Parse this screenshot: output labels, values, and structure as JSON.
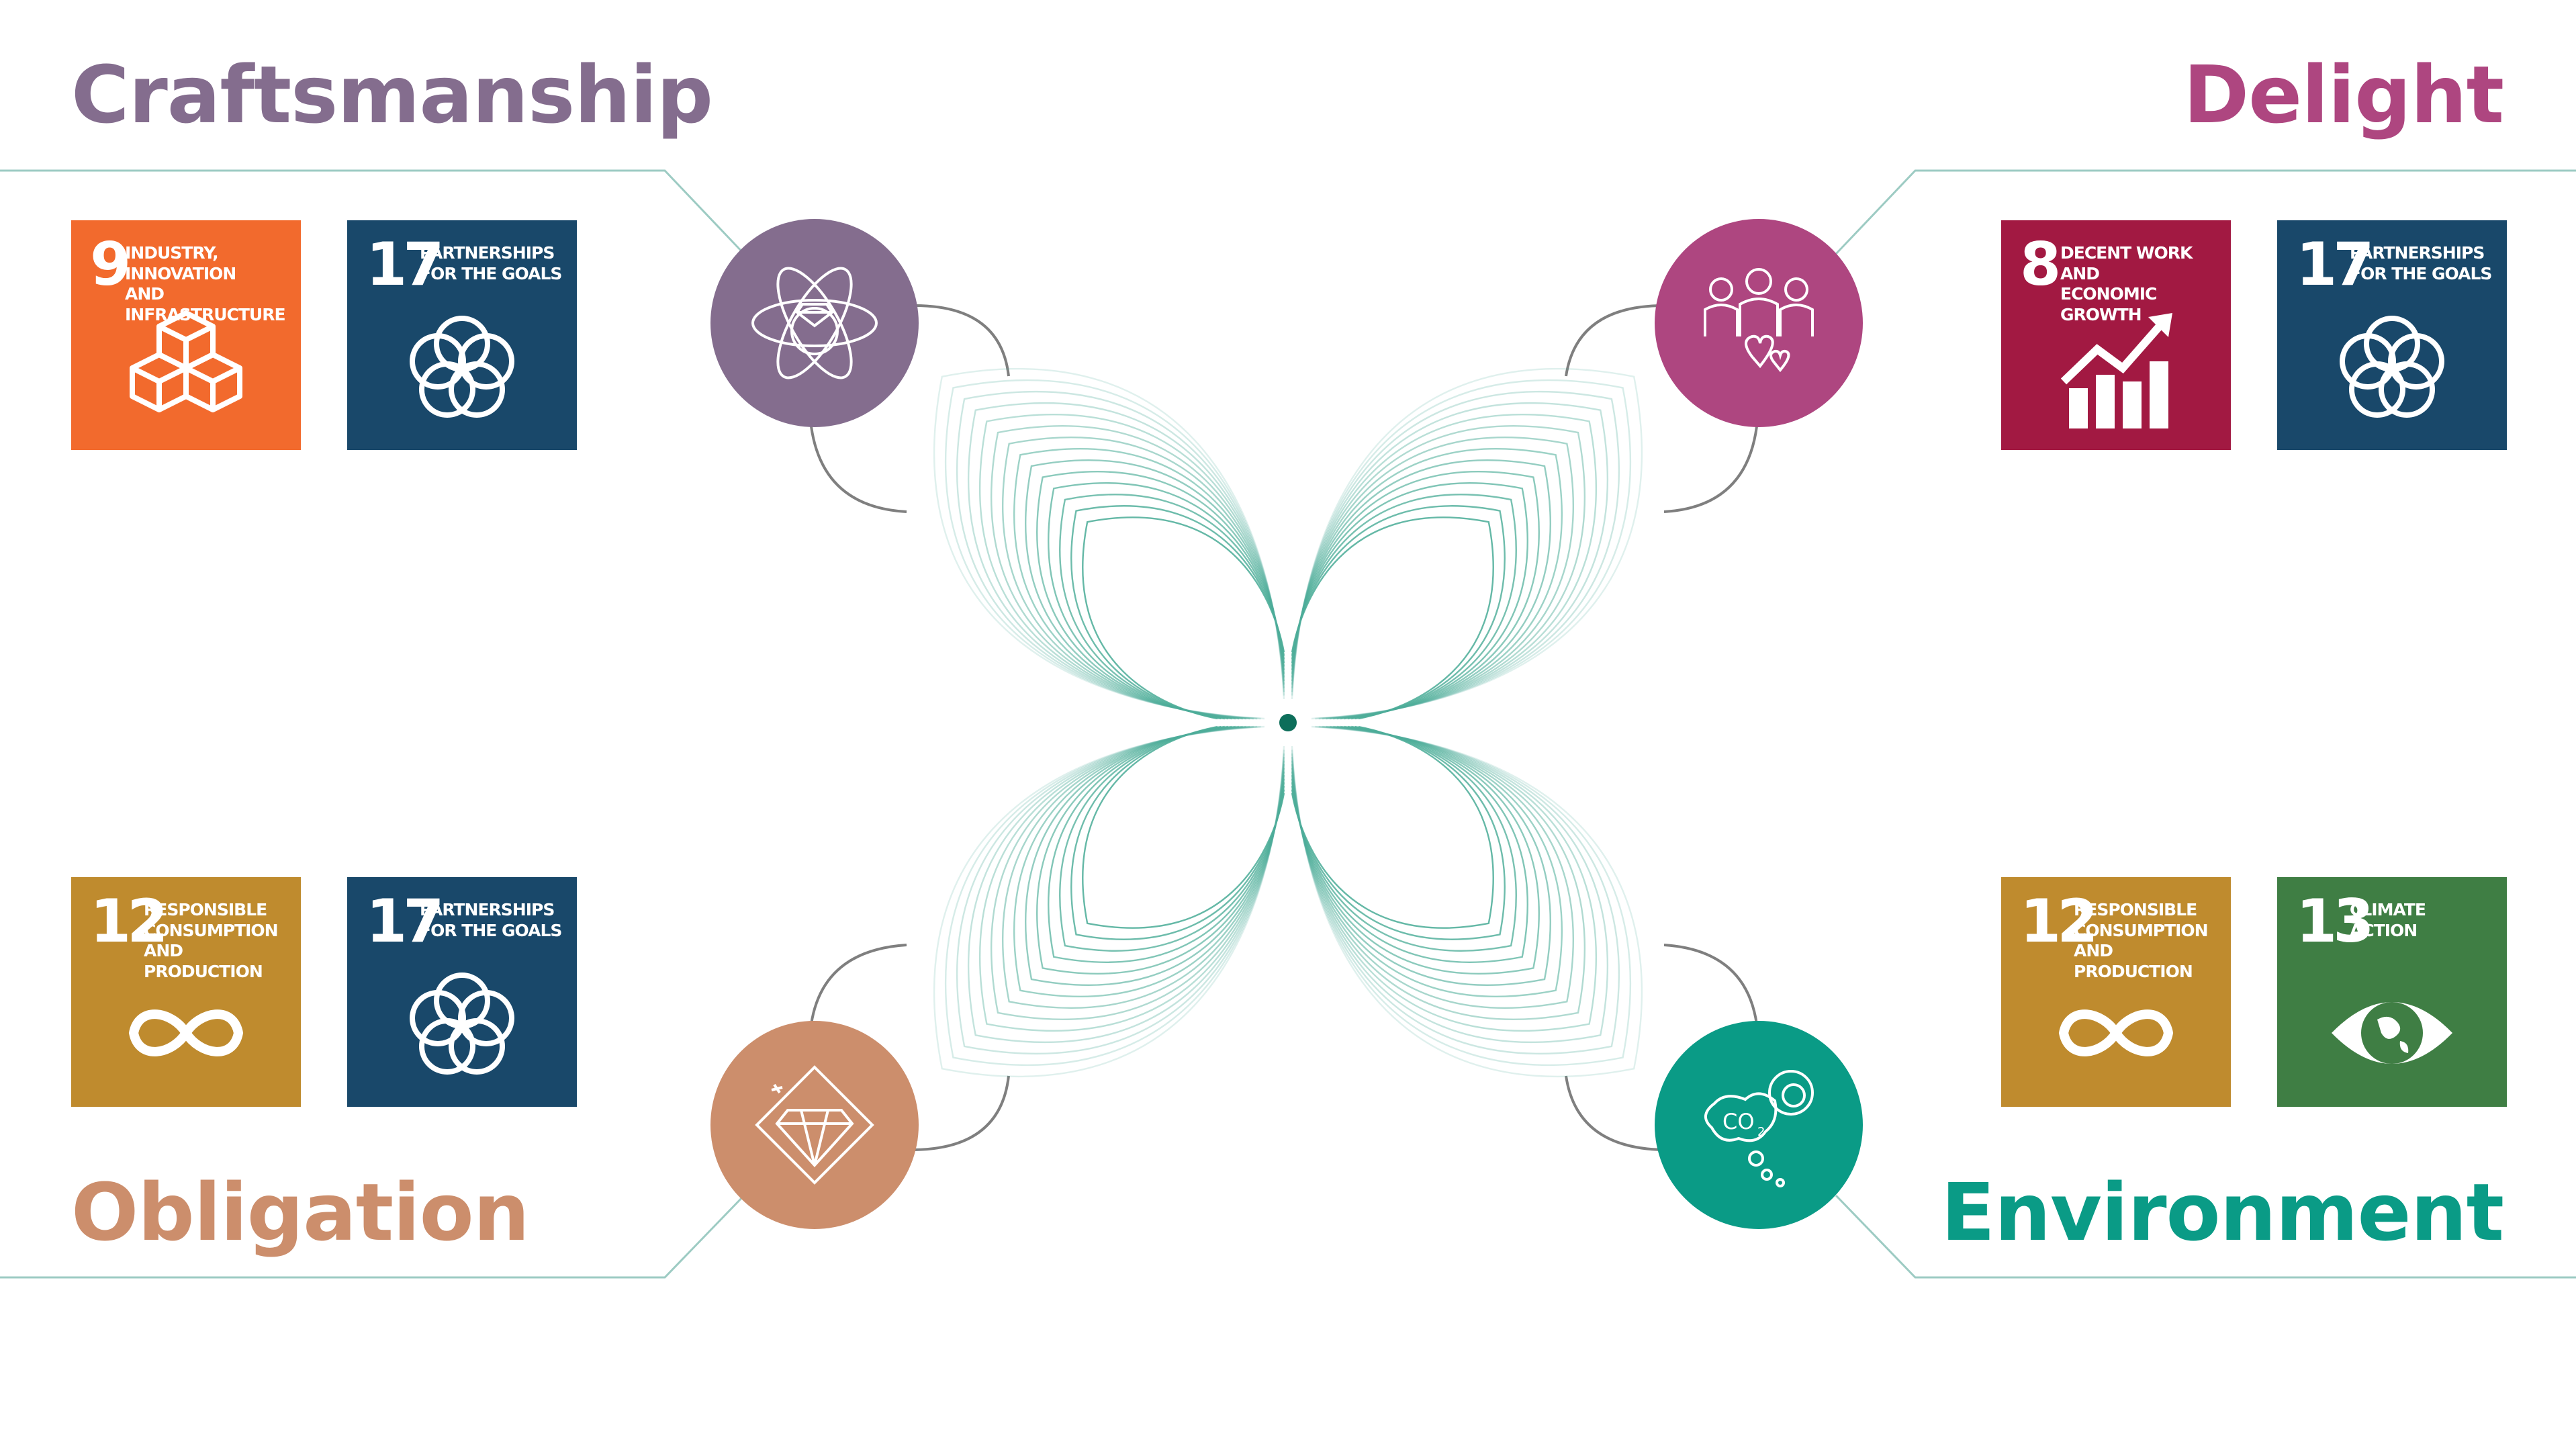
{
  "colors": {
    "craftsmanship": "#846d8e",
    "delight": "#ae4680",
    "obligation": "#cc8e6c",
    "environment": "#0a9b86",
    "line": "#9dcbc3",
    "connector": "#7f7f7f",
    "flower": "#4fae9a",
    "center": "#0d6e5a"
  },
  "quadrants": {
    "craftsmanship": {
      "title": "Craftsmanship",
      "icon": "atom-diamond-ring-icon"
    },
    "delight": {
      "title": "Delight",
      "icon": "people-hearts-icon"
    },
    "obligation": {
      "title": "Obligation",
      "icon": "diamond-recycle-icon"
    },
    "environment": {
      "title": "Environment",
      "icon": "co2-bubbles-icon"
    }
  },
  "sdg": {
    "g9": {
      "number": "9",
      "label": "INDUSTRY, INNOVATION\nAND INFRASTRUCTURE",
      "color": "#f26a2d",
      "icon": "cubes-icon"
    },
    "g17": {
      "number": "17",
      "label": "PARTNERSHIPS\nFOR THE GOALS",
      "color": "#19486a",
      "icon": "rings-icon"
    },
    "g8": {
      "number": "8",
      "label": "DECENT WORK AND\nECONOMIC GROWTH",
      "color": "#a21942",
      "icon": "growth-chart-icon"
    },
    "g12": {
      "number": "12",
      "label": "RESPONSIBLE\nCONSUMPTION\nAND PRODUCTION",
      "color": "#bf8b2e",
      "icon": "infinity-icon"
    },
    "g13": {
      "number": "13",
      "label": "CLIMATE\nACTION",
      "color": "#3f7e44",
      "icon": "eye-globe-icon"
    }
  }
}
